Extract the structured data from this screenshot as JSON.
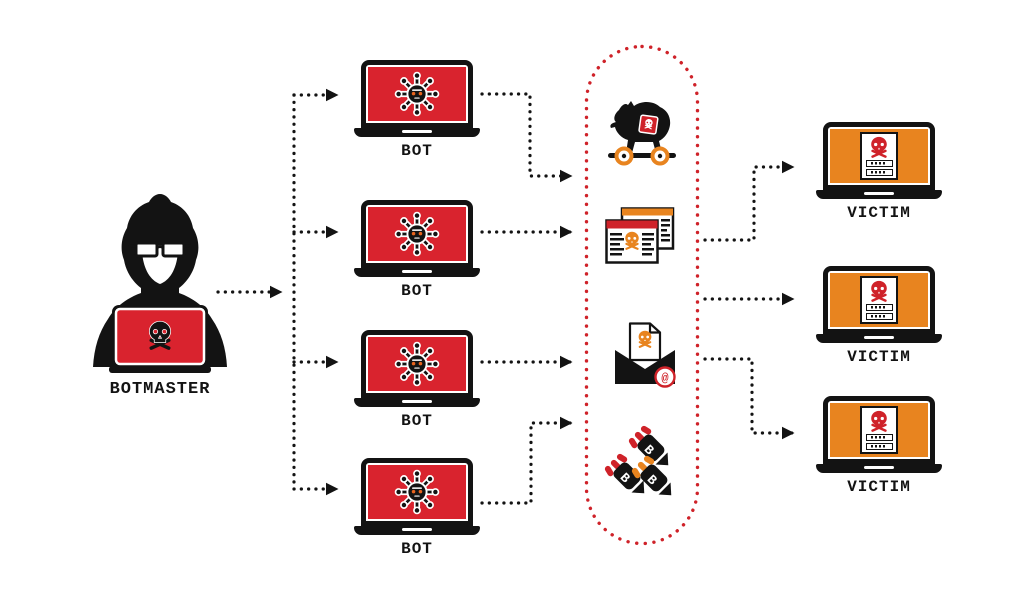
{
  "colors": {
    "red": "#d9232e",
    "accent_red": "#cf2229",
    "orange": "#e8841f",
    "ink": "#131313",
    "bg": "#ffffff"
  },
  "nodes": {
    "botmaster": {
      "label": "BOTMASTER",
      "icon": "hooded-hacker-with-skull-laptop"
    },
    "bots": [
      {
        "label": "BOT",
        "icon": "malware-virus"
      },
      {
        "label": "BOT",
        "icon": "malware-virus"
      },
      {
        "label": "BOT",
        "icon": "malware-virus"
      },
      {
        "label": "BOT",
        "icon": "malware-virus"
      }
    ],
    "victims": [
      {
        "label": "VICTIM",
        "icon": "skull-ransom-login-card"
      },
      {
        "label": "VICTIM",
        "icon": "skull-ransom-login-card"
      },
      {
        "label": "VICTIM",
        "icon": "skull-ransom-login-card"
      }
    ],
    "attacks": [
      {
        "name": "trojan-horse-icon"
      },
      {
        "name": "fake-website-icon"
      },
      {
        "name": "phishing-email-icon"
      },
      {
        "name": "bomb-attack-icon"
      }
    ]
  },
  "glyphs": {
    "at_sign": "@",
    "bomb_marking": "B"
  },
  "edges": [
    {
      "from": "botmaster",
      "to": "bot-network-hub"
    },
    {
      "from": "bot-network-hub",
      "to": "bot-1"
    },
    {
      "from": "bot-network-hub",
      "to": "bot-2"
    },
    {
      "from": "bot-network-hub",
      "to": "bot-3"
    },
    {
      "from": "bot-network-hub",
      "to": "bot-4"
    },
    {
      "from": "bot-1",
      "to": "attack-channel"
    },
    {
      "from": "bot-2",
      "to": "attack-channel"
    },
    {
      "from": "bot-3",
      "to": "attack-channel"
    },
    {
      "from": "bot-4",
      "to": "attack-channel"
    },
    {
      "from": "attack-channel",
      "to": "victim-1"
    },
    {
      "from": "attack-channel",
      "to": "victim-2"
    },
    {
      "from": "attack-channel",
      "to": "victim-3"
    }
  ]
}
